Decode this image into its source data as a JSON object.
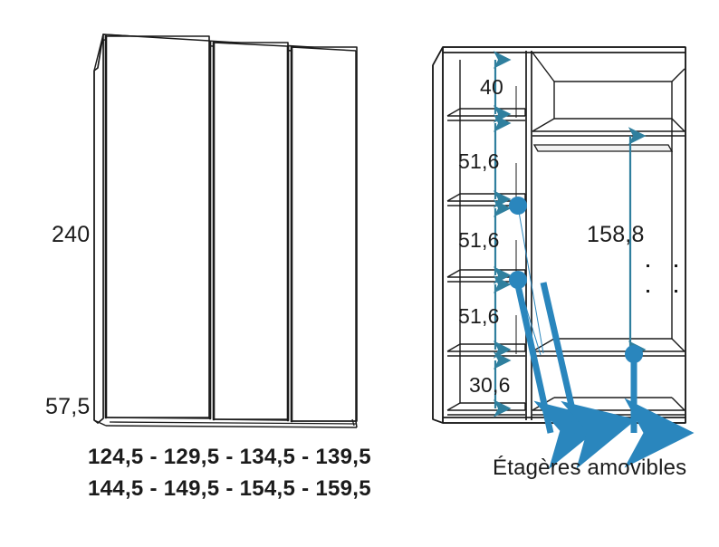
{
  "drawing": {
    "title": "Wardrobe technical drawing with dimensions",
    "colors": {
      "outline": "#1b1b1b",
      "dimension_arrow": "#2f7f9e",
      "callout_blue": "#2a86bd",
      "text": "#1b1b1b",
      "background": "#ffffff"
    }
  },
  "left_view": {
    "name": "closed-wardrobe-front-view",
    "door_count": 3,
    "height_dimensions": [
      {
        "id": "total-height",
        "value": "240"
      },
      {
        "id": "depth",
        "value": "57,5"
      }
    ],
    "width_options_line1": "124,5 - 129,5 - 134,5 - 139,5",
    "width_options_line2": "144,5 - 149,5 - 154,5 - 159,5"
  },
  "right_view": {
    "name": "open-wardrobe-interior-view",
    "left_column_dimensions": [
      {
        "id": "shelf-gap-top",
        "value": "40"
      },
      {
        "id": "shelf-gap-2",
        "value": "51,6"
      },
      {
        "id": "shelf-gap-3",
        "value": "51,6"
      },
      {
        "id": "shelf-gap-4",
        "value": "51,6"
      },
      {
        "id": "shelf-gap-bottom",
        "value": "30,6"
      }
    ],
    "right_column_dimensions": [
      {
        "id": "hanging-height",
        "value": "158,8"
      }
    ],
    "callout": {
      "label": "Étagères amovibles",
      "marker_count": 3
    }
  }
}
